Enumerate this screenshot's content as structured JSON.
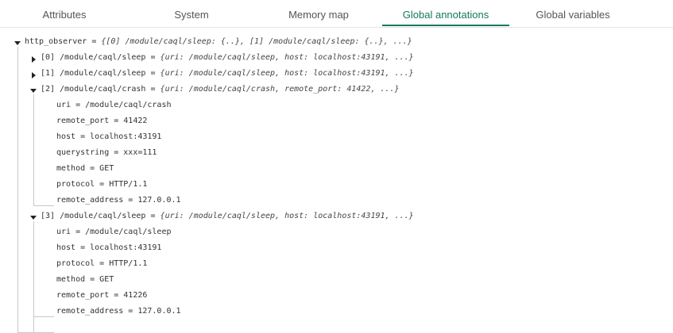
{
  "tabs": [
    {
      "label": "Attributes"
    },
    {
      "label": "System"
    },
    {
      "label": "Memory map"
    },
    {
      "label": "Global annotations"
    },
    {
      "label": "Global variables"
    }
  ],
  "active_tab": "Global annotations",
  "accent_color": "#15795f",
  "tree": {
    "root": {
      "name": "http_observer",
      "eq": "=",
      "summary": "{[0] /module/caql/sleep: {..}, [1] /module/caql/sleep: {..}, ...}"
    },
    "items": [
      {
        "label": "[0] /module/caql/sleep",
        "eq": "=",
        "summary": "{uri: /module/caql/sleep, host: localhost:43191, ...}",
        "expanded": false
      },
      {
        "label": "[1] /module/caql/sleep",
        "eq": "=",
        "summary": "{uri: /module/caql/sleep, host: localhost:43191, ...}",
        "expanded": false
      },
      {
        "label": "[2] /module/caql/crash",
        "eq": "=",
        "summary": "{uri: /module/caql/crash, remote_port: 41422, ...}",
        "expanded": true,
        "fields": [
          "uri = /module/caql/crash",
          "remote_port = 41422",
          "host = localhost:43191",
          "querystring = xxx=111",
          "method = GET",
          "protocol = HTTP/1.1",
          "remote_address = 127.0.0.1"
        ]
      },
      {
        "label": "[3] /module/caql/sleep",
        "eq": "=",
        "summary": "{uri: /module/caql/sleep, host: localhost:43191, ...}",
        "expanded": true,
        "fields": [
          "uri = /module/caql/sleep",
          "host = localhost:43191",
          "protocol = HTTP/1.1",
          "method = GET",
          "remote_port = 41226",
          "remote_address = 127.0.0.1"
        ]
      }
    ]
  }
}
